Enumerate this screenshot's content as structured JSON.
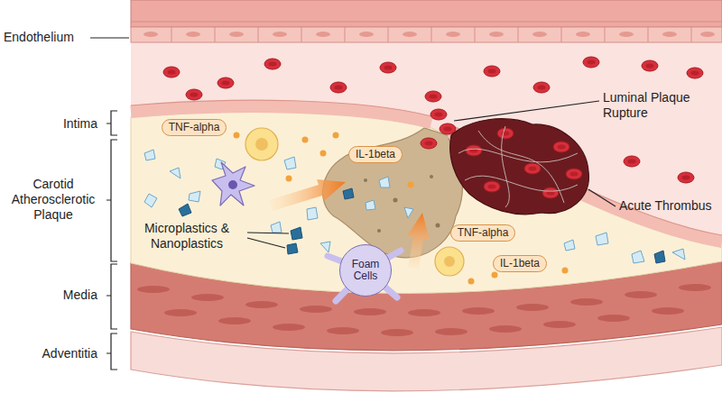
{
  "diagram": {
    "nodes": [
      {
        "text": [
          "TNF-alpha"
        ]
      },
      {
        "text": [
          "IL-1beta"
        ]
      },
      {
        "text": [
          "TNF-alpha"
        ]
      },
      {
        "text": [
          "IL-1beta"
        ]
      },
      {
        "text": [
          "Foam Cells"
        ]
      }
    ],
    "labels": [
      "Endothelium",
      "Intima",
      "Carotid Atherosclerotic Plaque",
      "Media",
      "Adventitia",
      "Luminal Plaque Rupture",
      "Acute Thrombus",
      "Microplastics & Nanoplastics"
    ]
  }
}
